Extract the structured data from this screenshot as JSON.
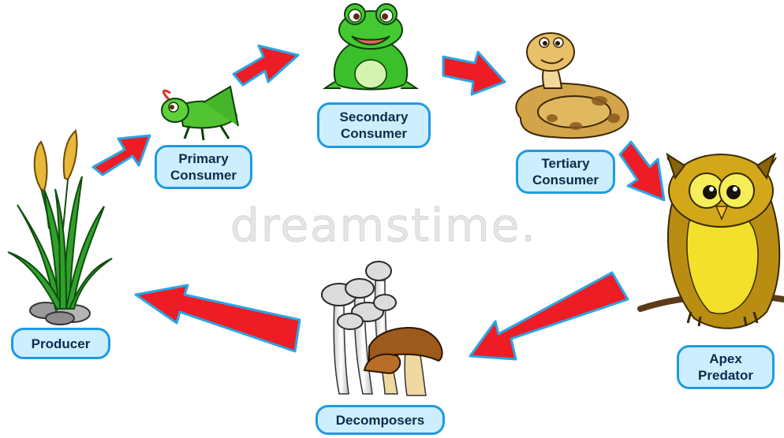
{
  "labels": {
    "producer": "Producer",
    "primary": "Primary\nConsumer",
    "secondary": "Secondary\nConsumer",
    "tertiary": "Tertiary\nConsumer",
    "apex": "Apex\nPredator",
    "decomposers": "Decomposers"
  },
  "watermark": "dreamstime.",
  "colors": {
    "label_fill": "#cdeeff",
    "label_border": "#1e9be0",
    "arrow_fill": "#ee1c24",
    "arrow_outline": "#2aa6e6"
  },
  "icons": [
    "grass-plant-icon",
    "grasshopper-icon",
    "frog-icon",
    "snake-icon",
    "owl-icon",
    "mushrooms-icon"
  ]
}
